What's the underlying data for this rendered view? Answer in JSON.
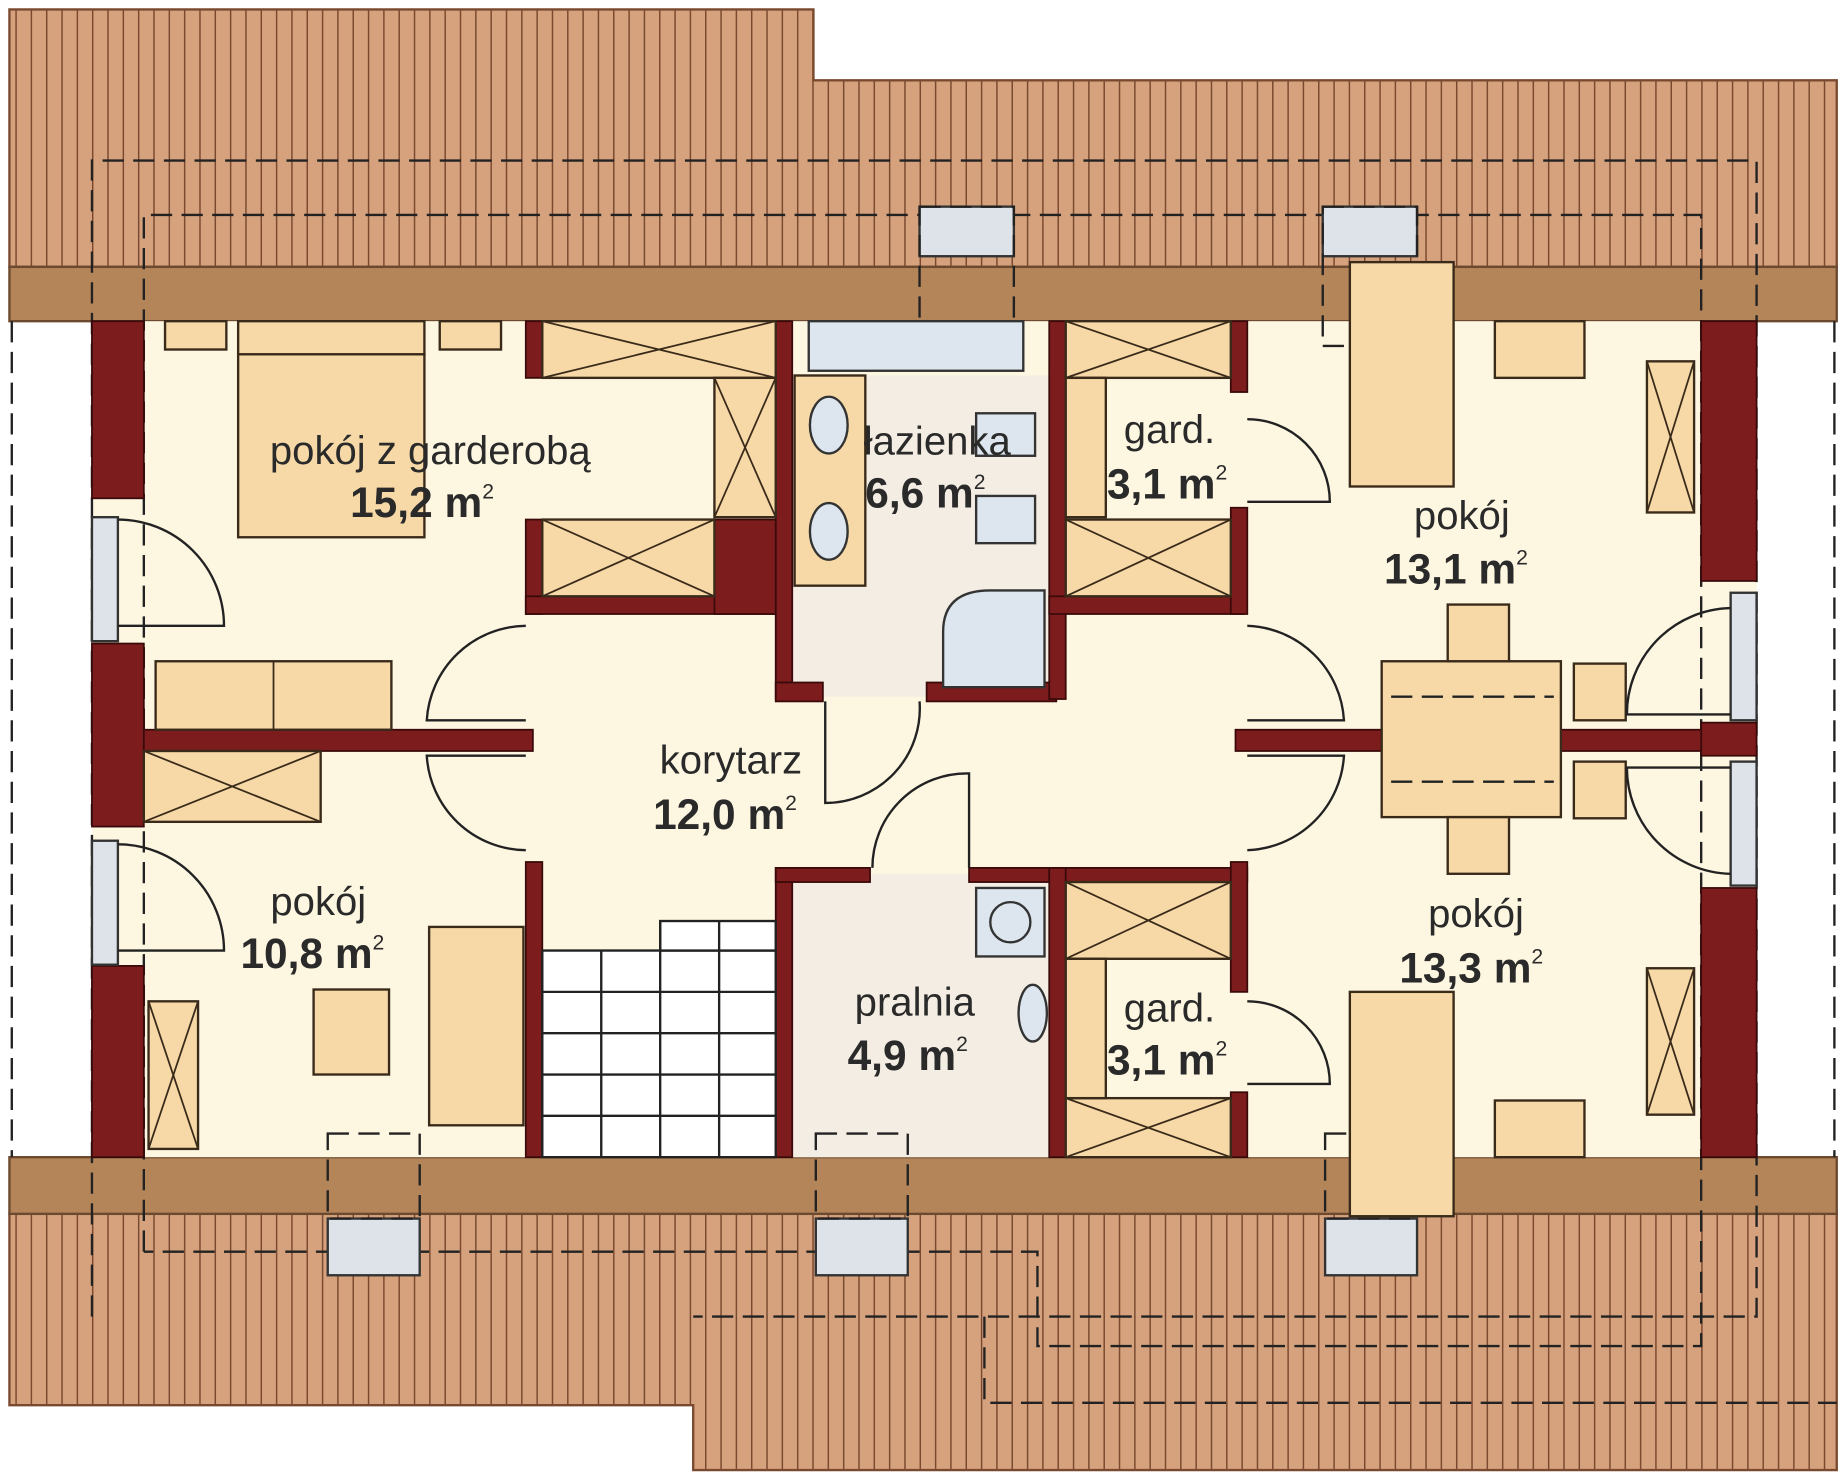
{
  "title": "Floor plan - attic",
  "rooms": {
    "bedroom_wardrobe": {
      "name": "pokój z garderobą",
      "area": "15,2 m",
      "sup": "2"
    },
    "bathroom": {
      "name": "łazienka",
      "area": "6,6 m",
      "sup": "2"
    },
    "wardrobe_top": {
      "name": "gard.",
      "area": "3,1 m",
      "sup": "2"
    },
    "room_top_right": {
      "name": "pokój",
      "area": "13,1 m",
      "sup": "2"
    },
    "corridor": {
      "name": "korytarz",
      "area": "12,0 m",
      "sup": "2"
    },
    "room_bottom_left": {
      "name": "pokój",
      "area": "10,8 m",
      "sup": "2"
    },
    "laundry": {
      "name": "pralnia",
      "area": "4,9 m",
      "sup": "2"
    },
    "wardrobe_bottom": {
      "name": "gard.",
      "area": "3,1 m",
      "sup": "2"
    },
    "room_bottom_right": {
      "name": "pokój",
      "area": "13,3 m",
      "sup": "2"
    }
  },
  "colors": {
    "roof": "#d6a27e",
    "eave": "#b5855a",
    "wall": "#7d1c1c",
    "floor": "#fdf6e1",
    "furniture": "#f6d9a7"
  }
}
